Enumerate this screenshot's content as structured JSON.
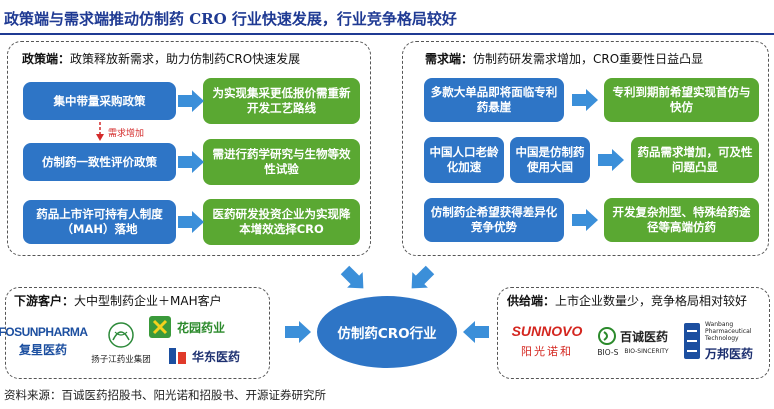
{
  "title": "政策端与需求端推动仿制药 CRO 行业快速发展，行业竞争格局较好",
  "policy": {
    "label": "政策端：",
    "desc": "政策释放新需求，助力仿制药CRO快速发展",
    "rows": [
      {
        "left": "集中带量采购政策",
        "right": "为实现集采更低报价需重新开发工艺路线"
      },
      {
        "left": "仿制药一致性评价政策",
        "right": "需进行药学研究与生物等效性试验"
      },
      {
        "left": "药品上市许可持有人制度（MAH）落地",
        "right": "医药研发投资企业为实现降本增效选择CRO"
      }
    ],
    "increase_note": "需求增加"
  },
  "demand": {
    "label": "需求端：",
    "desc": "仿制药研发需求增加，CRO重要性日益凸显",
    "row1": {
      "left": "多款大单品即将面临专利药悬崖",
      "right": "专利到期前希望实现首仿与快仿"
    },
    "row2": {
      "left_a": "中国人口老龄化加速",
      "left_b": "中国是仿制药使用大国",
      "right": "药品需求增加，可及性问题凸显"
    },
    "row3": {
      "left": "仿制药企希望获得差异化竞争优势",
      "right": "开发复杂剂型、特殊给药途径等高端仿药"
    }
  },
  "downstream": {
    "label": "下游客户：",
    "desc": "大中型制药企业＋MAH客户",
    "logos": {
      "fosun_en": "FOSUNPHARMA",
      "fosun_cn": "复星医药",
      "yangzi_cn": "扬子江药业集团",
      "huayuan_cn": "花园药业",
      "huadong_cn": "华东医药"
    }
  },
  "supply": {
    "label": "供给端：",
    "desc": "上市企业数量少，竞争格局相对较好",
    "logos": {
      "sunnovo_en": "SUNNOVO",
      "sunnovo_cn": "阳光诺和",
      "bios_en": "BIO-S",
      "bios_cn": "百诚医药",
      "bios_sub": "BIO-SINCERITY",
      "wanbang_en": "Wanbang Pharmaceutical Technology",
      "wanbang_cn": "万邦医药"
    }
  },
  "center": "仿制药CRO行业",
  "source": "资料来源：百诚医药招股书、阳光诺和招股书、开源证券研究所",
  "colors": {
    "blue": "#2e75c6",
    "green": "#5aa832",
    "title": "#1f3a93",
    "arrow": "#3b8fd9"
  }
}
